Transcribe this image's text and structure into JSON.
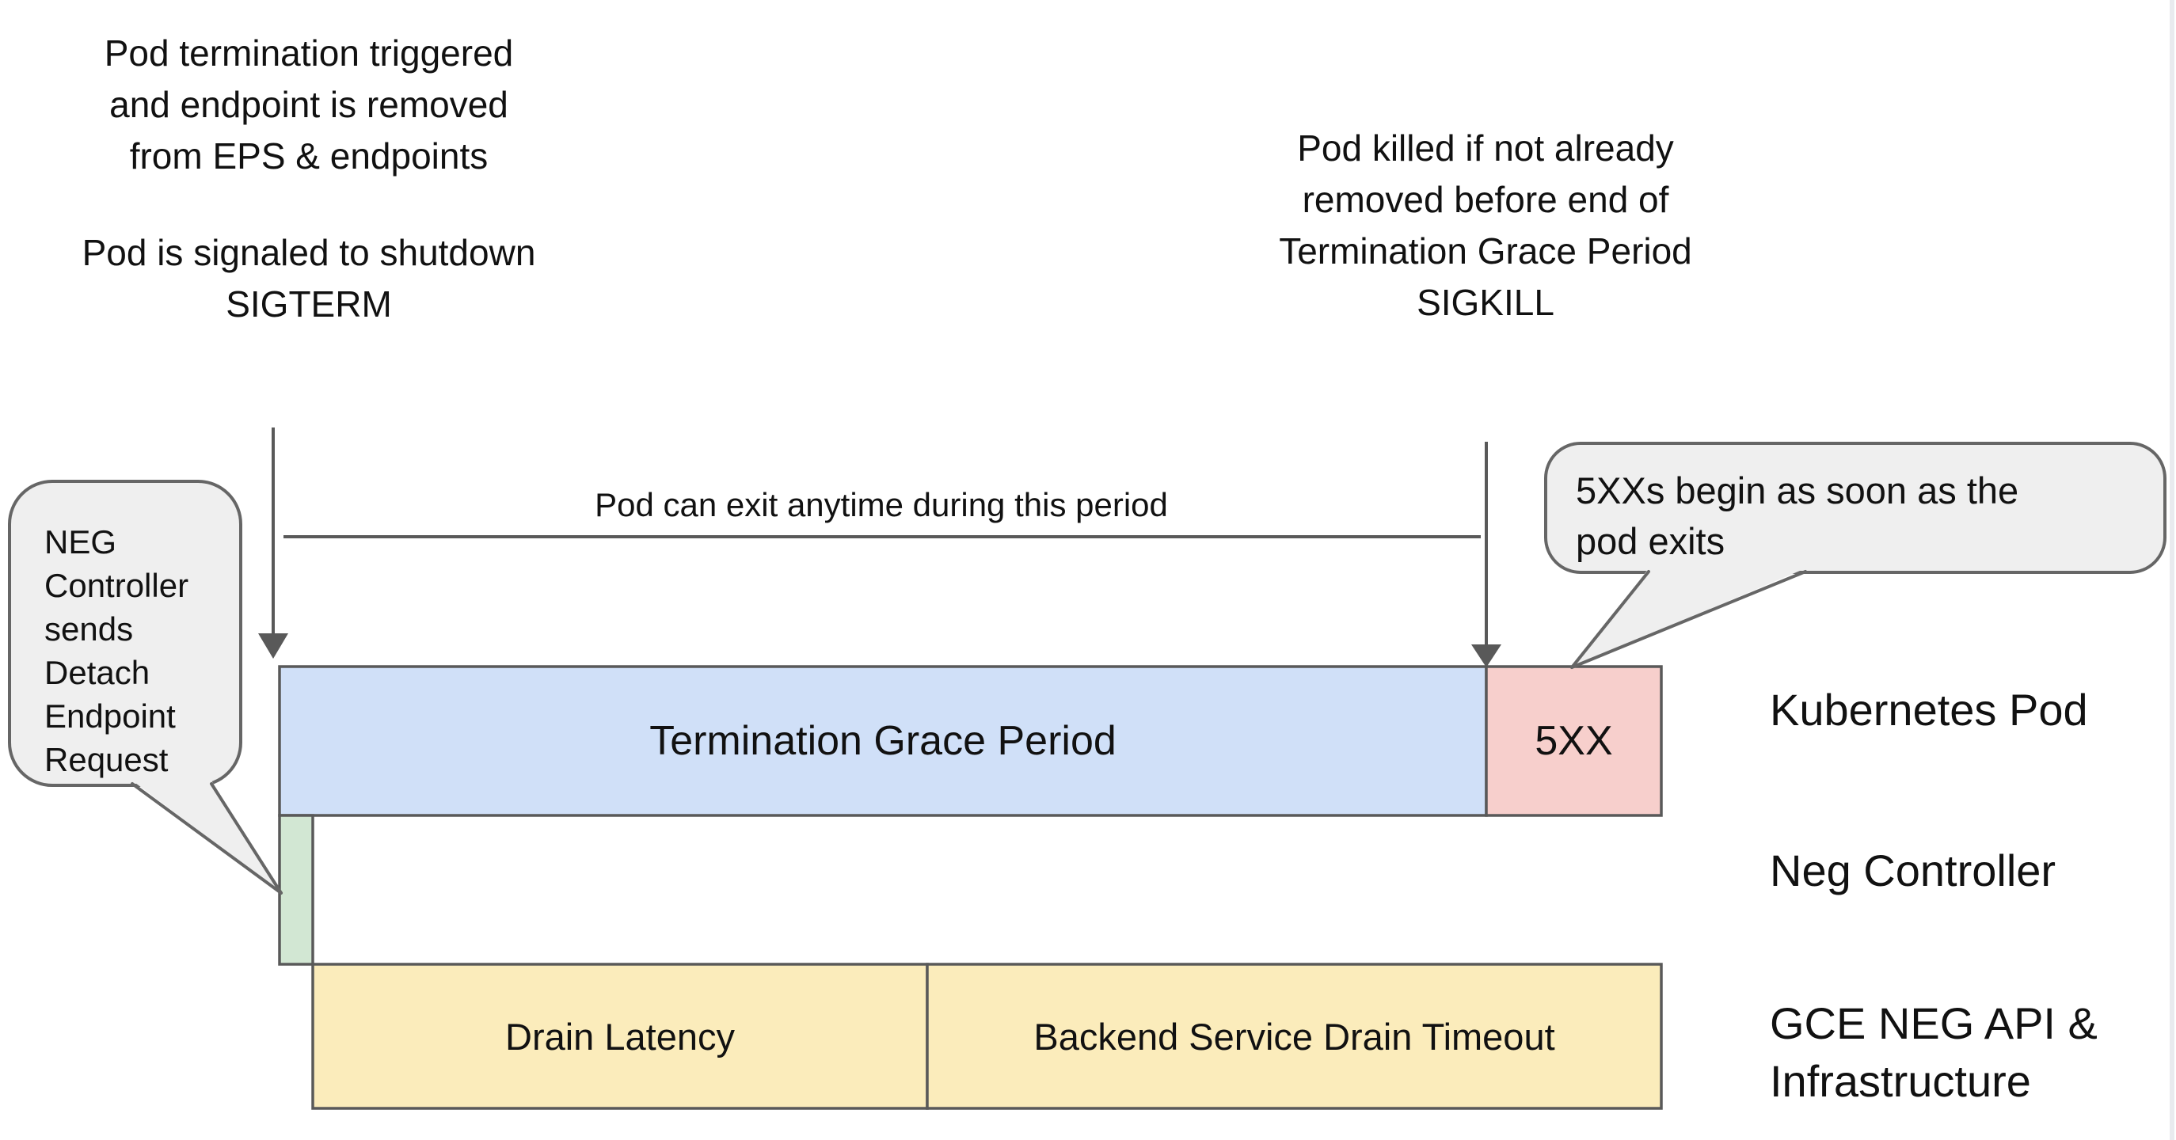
{
  "colors": {
    "blue": "#d0e0f8",
    "pink": "#f7cfcc",
    "green": "#d2e7d3",
    "yellow": "#fbecbb",
    "stroke": "#595959",
    "bubble_fill": "#efefef",
    "bubble_border": "#666666",
    "text": "#111111"
  },
  "annotations": {
    "pod_termination": "Pod termination triggered\nand endpoint is removed\nfrom EPS & endpoints",
    "pod_signaled": "Pod is signaled to shutdown\nSIGTERM",
    "pod_killed": "Pod killed if not already\nremoved before end of\nTermination Grace Period\nSIGKILL",
    "pod_can_exit": "Pod can exit anytime during this period"
  },
  "bubbles": {
    "neg_controller": "NEG Controller sends Detach Endpoint Request",
    "five_xx": "5XXs begin as soon as the\npod exits"
  },
  "timeline": {
    "kubernetes_pod_row": {
      "grace_period_label": "Termination Grace Period",
      "error_label": "5XX"
    },
    "gce_row": {
      "drain_latency_label": "Drain Latency",
      "backend_drain_label": "Backend Service Drain Timeout"
    }
  },
  "row_labels": {
    "kubernetes_pod": "Kubernetes Pod",
    "neg_controller": "Neg Controller",
    "gce": "GCE NEG API &\nInfrastructure"
  }
}
